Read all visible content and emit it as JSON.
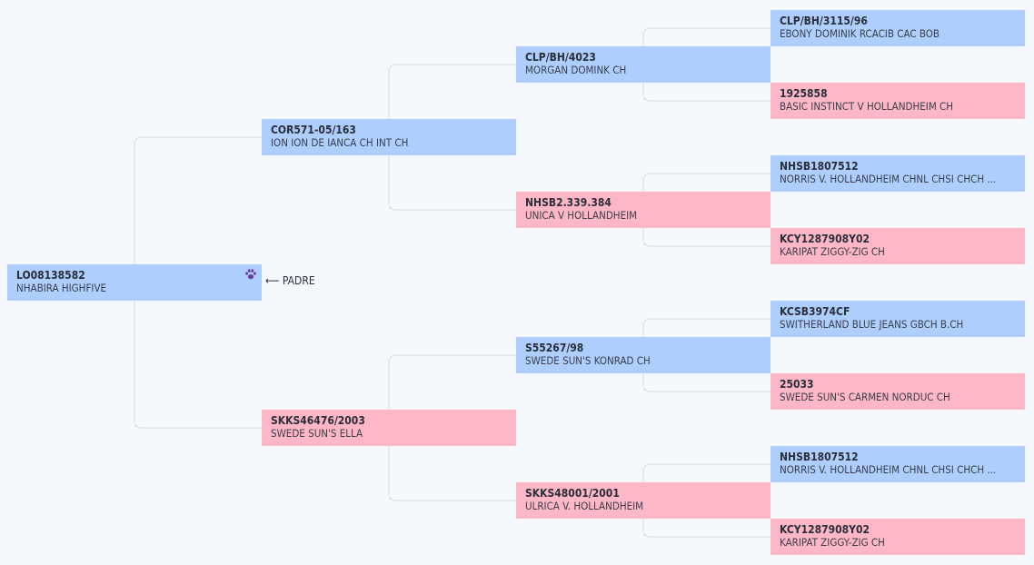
{
  "padre_label": "⟵ PADRE",
  "nodes": [
    {
      "reg": "LO08138582",
      "name": "NHABIRA HIGHFIVE",
      "sex": "male"
    },
    {
      "reg": "COR571-05/163",
      "name": "ION ION DE IANCA CH INT CH",
      "sex": "male"
    },
    {
      "reg": "SKKS46476/2003",
      "name": "SWEDE SUN'S ELLA",
      "sex": "female"
    },
    {
      "reg": "CLP/BH/4023",
      "name": "MORGAN DOMINK CH",
      "sex": "male"
    },
    {
      "reg": "NHSB2.339.384",
      "name": "UNICA V HOLLANDHEIM",
      "sex": "female"
    },
    {
      "reg": "S55267/98",
      "name": "SWEDE SUN'S KONRAD CH",
      "sex": "male"
    },
    {
      "reg": "SKKS48001/2001",
      "name": "ULRICA V. HOLLANDHEIM",
      "sex": "female"
    },
    {
      "reg": "CLP/BH/3115/96",
      "name": "EBONY DOMINIK RCACIB CAC BOB",
      "sex": "male"
    },
    {
      "reg": "1925858",
      "name": "BASIC INSTINCT V HOLLANDHEIM CH",
      "sex": "female"
    },
    {
      "reg": "NHSB1807512",
      "name": "NORRIS V. HOLLANDHEIM CHNL CHSI CHCH ...",
      "sex": "male"
    },
    {
      "reg": "KCY1287908Y02",
      "name": "KARIPAT ZIGGY-ZIG CH",
      "sex": "female"
    },
    {
      "reg": "KCSB3974CF",
      "name": "SWITHERLAND BLUE JEANS GBCH B.CH",
      "sex": "male"
    },
    {
      "reg": "25033",
      "name": "SWEDE SUN'S CARMEN NORDUC CH",
      "sex": "female"
    },
    {
      "reg": "NHSB1807512",
      "name": "NORRIS V. HOLLANDHEIM CHNL CHSI CHCH ...",
      "sex": "male"
    },
    {
      "reg": "KCY1287908Y02",
      "name": "KARIPAT ZIGGY-ZIG CH",
      "sex": "female"
    }
  ],
  "colors": {
    "male": "#aecefe",
    "female": "#fdb7c6",
    "paw": "#6b3fa8",
    "connector": "#d8dde4"
  },
  "icon": "paw-icon"
}
